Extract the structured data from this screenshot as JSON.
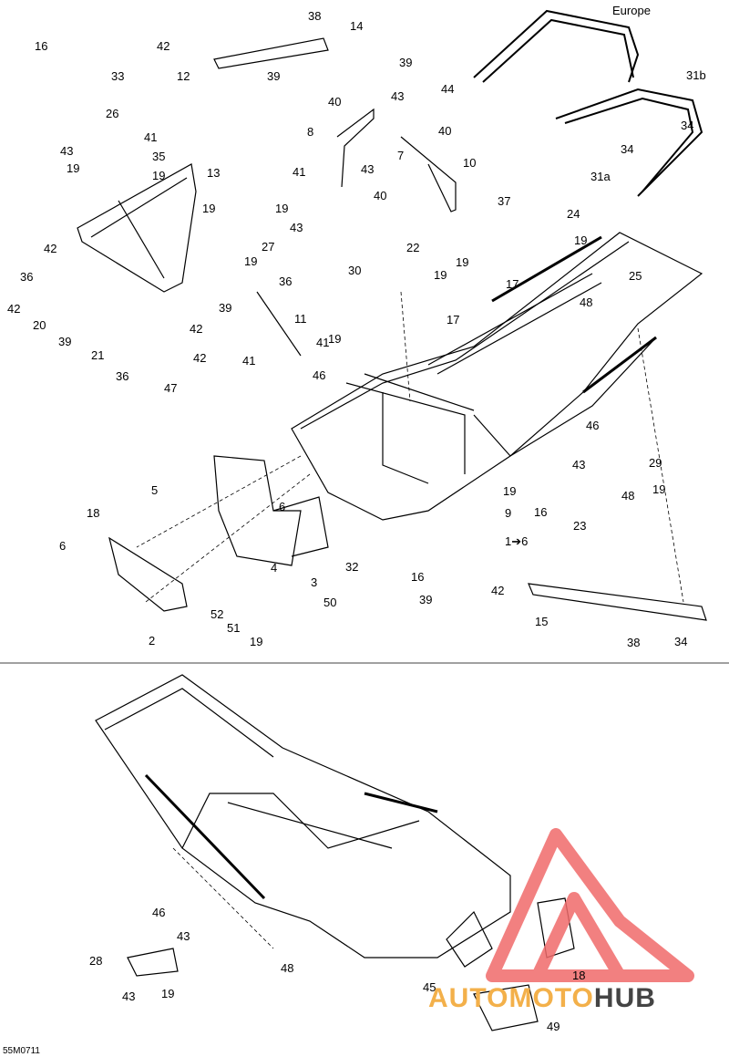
{
  "diagram": {
    "labels_top": [
      "38",
      "14",
      "16",
      "33",
      "42",
      "39",
      "12",
      "39",
      "44",
      "43",
      "40",
      "8",
      "40",
      "10",
      "41",
      "43",
      "7",
      "40",
      "37",
      "26",
      "41",
      "43",
      "35",
      "19",
      "19",
      "13",
      "19",
      "19",
      "43",
      "27",
      "19",
      "42",
      "36",
      "42",
      "20",
      "39",
      "36",
      "11",
      "41",
      "41",
      "46",
      "39",
      "42",
      "21",
      "36",
      "42",
      "47",
      "22",
      "30",
      "19",
      "19",
      "17",
      "17",
      "19",
      "24",
      "19",
      "25",
      "48",
      "46",
      "29",
      "43",
      "19",
      "48",
      "19",
      "9",
      "16",
      "23",
      "1➔6",
      "5",
      "18",
      "6",
      "6",
      "2",
      "4",
      "3",
      "50",
      "52",
      "51",
      "19",
      "32",
      "16",
      "39",
      "42",
      "15",
      "38",
      "34",
      "34",
      "34",
      "31a",
      "31b"
    ],
    "europe_label": "Europe",
    "labels_bottom": [
      "46",
      "43",
      "28",
      "43",
      "19",
      "48",
      "45",
      "18",
      "49"
    ],
    "code": "55M0711"
  },
  "watermark": {
    "part_a": "AUTO",
    "part_b": "MOTO",
    "part_c": "HUB",
    "color_a": "#f3b04a",
    "color_b": "#444444",
    "logo_color": "#f06b6b"
  }
}
